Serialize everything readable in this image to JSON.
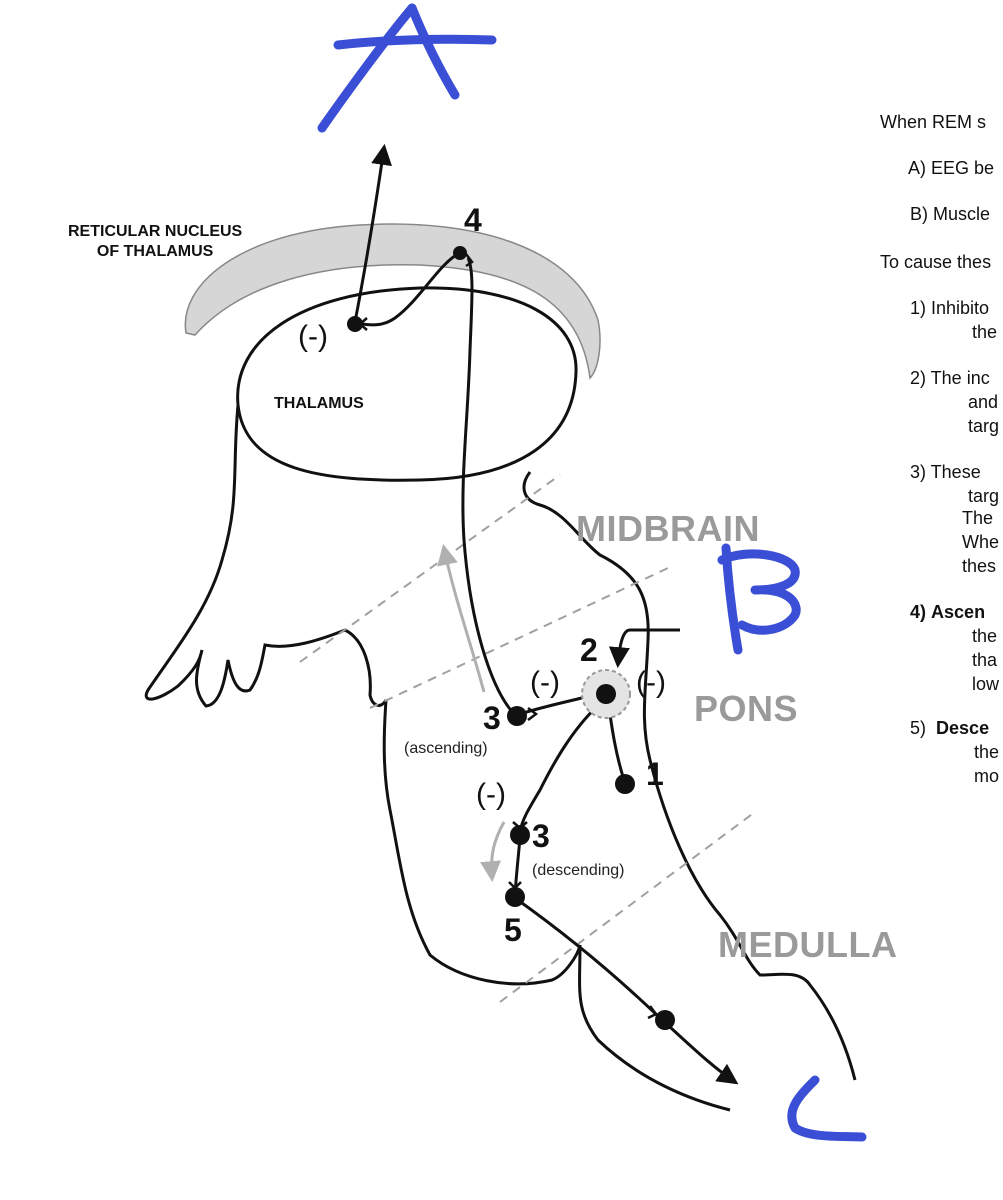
{
  "annotations": {
    "A": "A",
    "B": "B",
    "C": "C"
  },
  "structures": {
    "reticular_nucleus": [
      "RETICULAR NUCLEUS",
      "OF THALAMUS"
    ],
    "thalamus": "THALAMUS",
    "midbrain": "MIDBRAIN",
    "pons": "PONS",
    "medulla": "MEDULLA"
  },
  "numbers": {
    "n1": "1",
    "n2": "2",
    "n3a": "3",
    "n3b": "3",
    "n4": "4",
    "n5": "5"
  },
  "inhibitory": {
    "label": "(-)"
  },
  "pathway_labels": {
    "ascending": "(ascending)",
    "descending": "(descending)"
  },
  "side_text": {
    "line1": "When REM s",
    "line2": "A) EEG be",
    "line3": "B)  Muscle",
    "line4": "To cause thes",
    "line5a": "1) Inhibito",
    "line5b": "the",
    "line6a": "2)  The inc",
    "line6b": "and",
    "line6c": "targ",
    "line7a": "3)  These",
    "line7b": "targ",
    "line7c": "The",
    "line7d": "Whe",
    "line7e": "thes",
    "line8_num": "4)",
    "line8_bold": "Ascen",
    "line8b": "the",
    "line8c": "tha",
    "line8d": "low",
    "line9_num": "5)",
    "line9_bold": "Desce",
    "line9b": "the",
    "line9c": "mo"
  },
  "colors": {
    "annotation_blue": "#3b4fd6",
    "region_gray": "#9a9a9a",
    "reticular_fill": "#d6d6d6",
    "dashed_gray": "#a0a0a0"
  }
}
